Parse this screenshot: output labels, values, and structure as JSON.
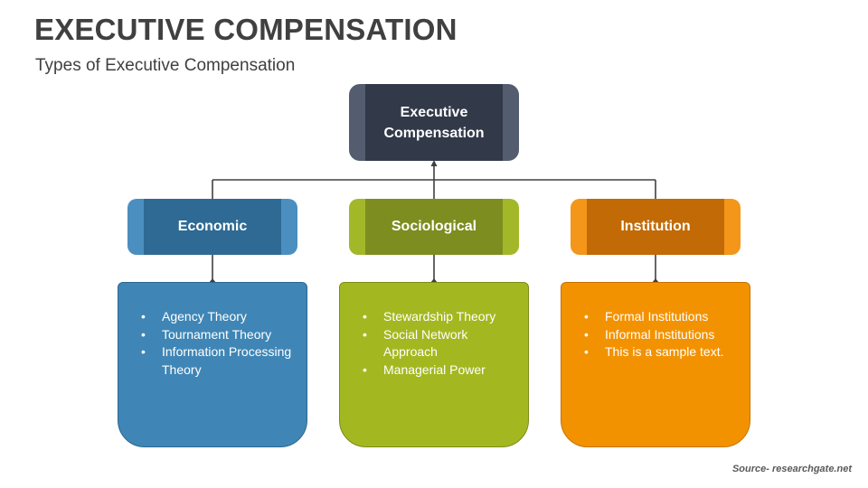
{
  "title": "EXECUTIVE COMPENSATION",
  "subtitle": "Types of Executive Compensation",
  "root": {
    "line1": "Executive",
    "line2": "Compensation"
  },
  "categories": [
    {
      "label": "Economic",
      "items": [
        "Agency Theory",
        "Tournament Theory",
        "Information Processing Theory"
      ]
    },
    {
      "label": "Sociological",
      "items": [
        "Stewardship Theory",
        "Social Network Approach",
        "Managerial Power"
      ]
    },
    {
      "label": "Institution",
      "items": [
        "Formal Institutions",
        "Informal Institutions",
        "This is a sample text."
      ]
    }
  ],
  "bullet_glyph": "•",
  "source": "Source- researchgate.net",
  "colors": {
    "root": "#323a4a",
    "economic": "#3f86b6",
    "sociological": "#a3b820",
    "institution": "#f39200",
    "connector": "#404040"
  }
}
